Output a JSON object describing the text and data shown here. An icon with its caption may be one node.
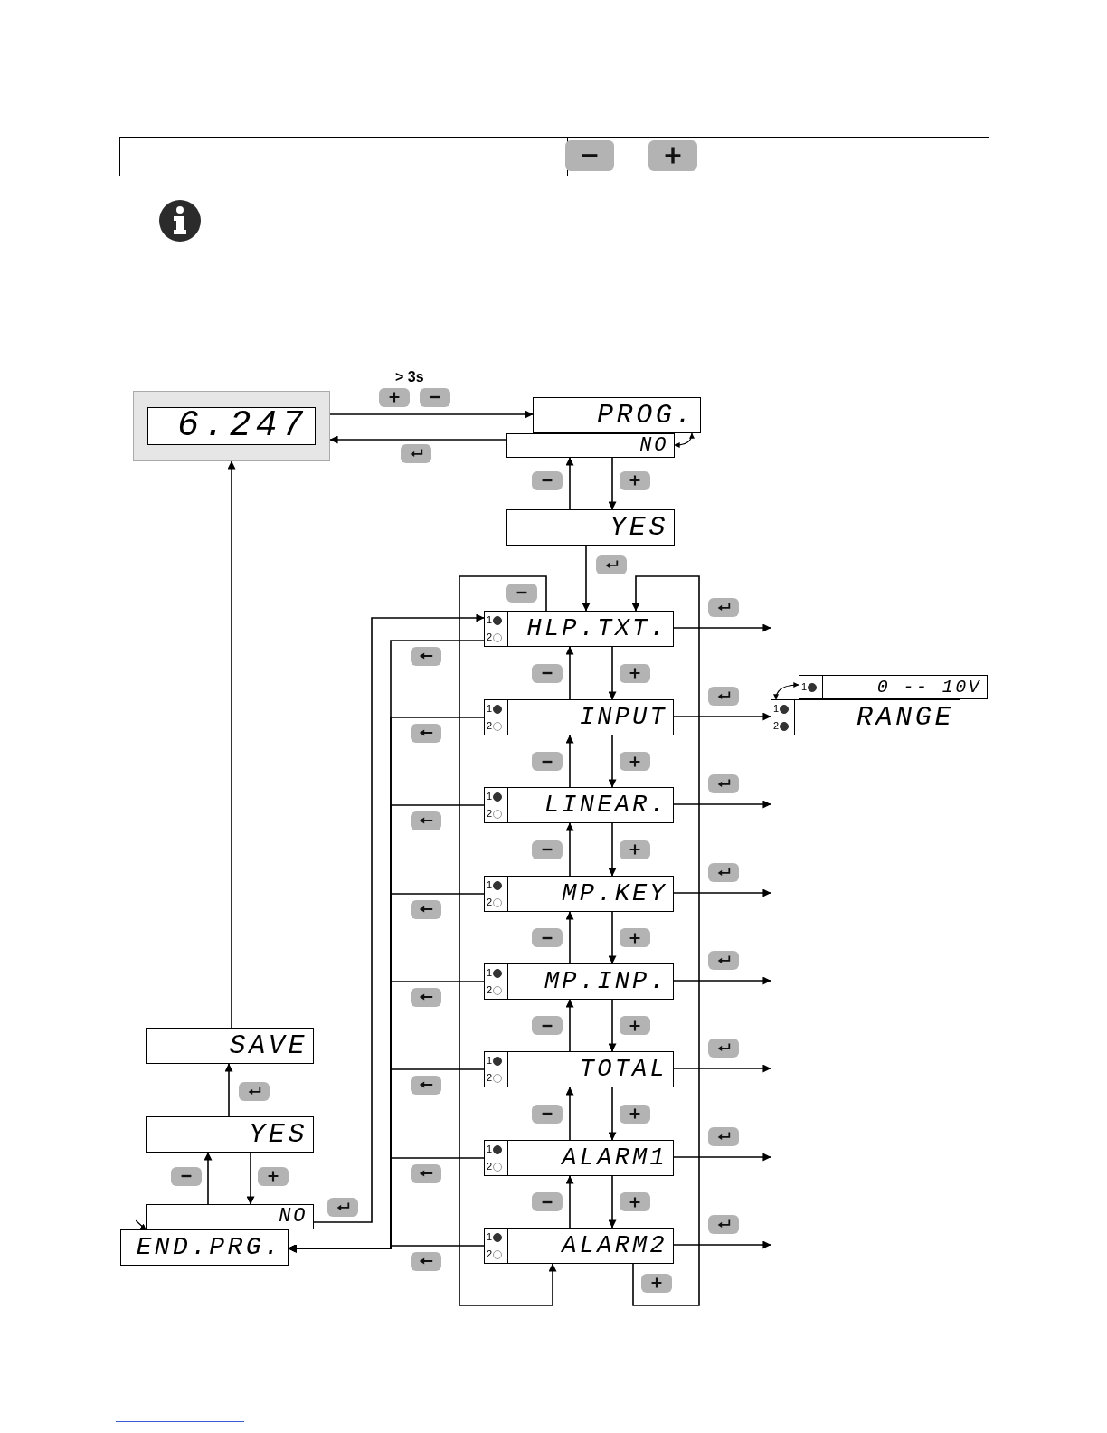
{
  "diagram": {
    "nodes": [
      {
        "text": [
          "6.247"
        ]
      },
      {
        "text": [
          "PROG."
        ]
      },
      {
        "text": [
          "NO"
        ]
      },
      {
        "text": [
          "YES"
        ]
      },
      {
        "text": [
          "1",
          "2",
          "HLP.TXT."
        ]
      },
      {
        "text": [
          "1",
          "2",
          "INPUT"
        ]
      },
      {
        "text": [
          "1",
          "2",
          "LINEAR."
        ]
      },
      {
        "text": [
          "1",
          "2",
          "MP.KEY"
        ]
      },
      {
        "text": [
          "1",
          "2",
          "MP.INP."
        ]
      },
      {
        "text": [
          "1",
          "2",
          "TOTAL"
        ]
      },
      {
        "text": [
          "1",
          "2",
          "ALARM1"
        ]
      },
      {
        "text": [
          "1",
          "2",
          "ALARM2"
        ]
      },
      {
        "text": [
          "1",
          "0 -- 10V"
        ]
      },
      {
        "text": [
          "1",
          "2",
          "RANGE"
        ]
      },
      {
        "text": [
          "SAVE"
        ]
      },
      {
        "text": [
          "YES"
        ]
      },
      {
        "text": [
          "NO"
        ]
      },
      {
        "text": [
          "END.PRG."
        ]
      }
    ],
    "edges": [
      {
        "from": 0,
        "to": 1,
        "arrow": "to"
      },
      {
        "from": 2,
        "to": 0,
        "arrow": "to"
      },
      {
        "from": 2,
        "to": 3,
        "arrow": "to"
      },
      {
        "from": 3,
        "to": 2,
        "arrow": "to"
      },
      {
        "from": 3,
        "to": 4,
        "arrow": "to"
      },
      {
        "from": 4,
        "to": 5,
        "arrow": "to"
      },
      {
        "from": 5,
        "to": 4,
        "arrow": "to"
      },
      {
        "from": 5,
        "to": 6,
        "arrow": "to"
      },
      {
        "from": 6,
        "to": 5,
        "arrow": "to"
      },
      {
        "from": 6,
        "to": 7,
        "arrow": "to"
      },
      {
        "from": 7,
        "to": 6,
        "arrow": "to"
      },
      {
        "from": 7,
        "to": 8,
        "arrow": "to"
      },
      {
        "from": 8,
        "to": 7,
        "arrow": "to"
      },
      {
        "from": 8,
        "to": 9,
        "arrow": "to"
      },
      {
        "from": 9,
        "to": 8,
        "arrow": "to"
      },
      {
        "from": 9,
        "to": 10,
        "arrow": "to"
      },
      {
        "from": 10,
        "to": 9,
        "arrow": "to"
      },
      {
        "from": 10,
        "to": 11,
        "arrow": "to"
      },
      {
        "from": 11,
        "to": 10,
        "arrow": "to"
      },
      {
        "from": 11,
        "to": 4,
        "arrow": "to"
      },
      {
        "from": 4,
        "to": 11,
        "arrow": "to"
      },
      {
        "from": 4,
        "to": 17,
        "arrow": "to"
      },
      {
        "from": 5,
        "to": 17,
        "arrow": "to"
      },
      {
        "from": 6,
        "to": 17,
        "arrow": "to"
      },
      {
        "from": 7,
        "to": 17,
        "arrow": "to"
      },
      {
        "from": 8,
        "to": 17,
        "arrow": "to"
      },
      {
        "from": 9,
        "to": 17,
        "arrow": "to"
      },
      {
        "from": 10,
        "to": 17,
        "arrow": "to"
      },
      {
        "from": 11,
        "to": 17,
        "arrow": "to"
      },
      {
        "from": 16,
        "to": 4,
        "arrow": "to"
      },
      {
        "from": 16,
        "to": 15,
        "arrow": "to"
      },
      {
        "from": 15,
        "to": 16,
        "arrow": "to"
      },
      {
        "from": 15,
        "to": 14,
        "arrow": "to"
      },
      {
        "from": 14,
        "to": 0,
        "arrow": "to"
      },
      {
        "from": 4,
        "to": null,
        "arrow": "to"
      },
      {
        "from": 5,
        "to": 13,
        "arrow": "to"
      },
      {
        "from": 6,
        "to": null,
        "arrow": "to"
      },
      {
        "from": 7,
        "to": null,
        "arrow": "to"
      },
      {
        "from": 8,
        "to": null,
        "arrow": "to"
      },
      {
        "from": 9,
        "to": null,
        "arrow": "to"
      },
      {
        "from": 10,
        "to": null,
        "arrow": "to"
      },
      {
        "from": 11,
        "to": null,
        "arrow": "to"
      },
      {
        "from": 2,
        "to": 1,
        "arrow": "both"
      },
      {
        "from": 13,
        "to": 12,
        "arrow": "both"
      },
      {
        "from": 16,
        "to": 17,
        "arrow": "both"
      }
    ],
    "labels": [
      "> 3s"
    ]
  }
}
